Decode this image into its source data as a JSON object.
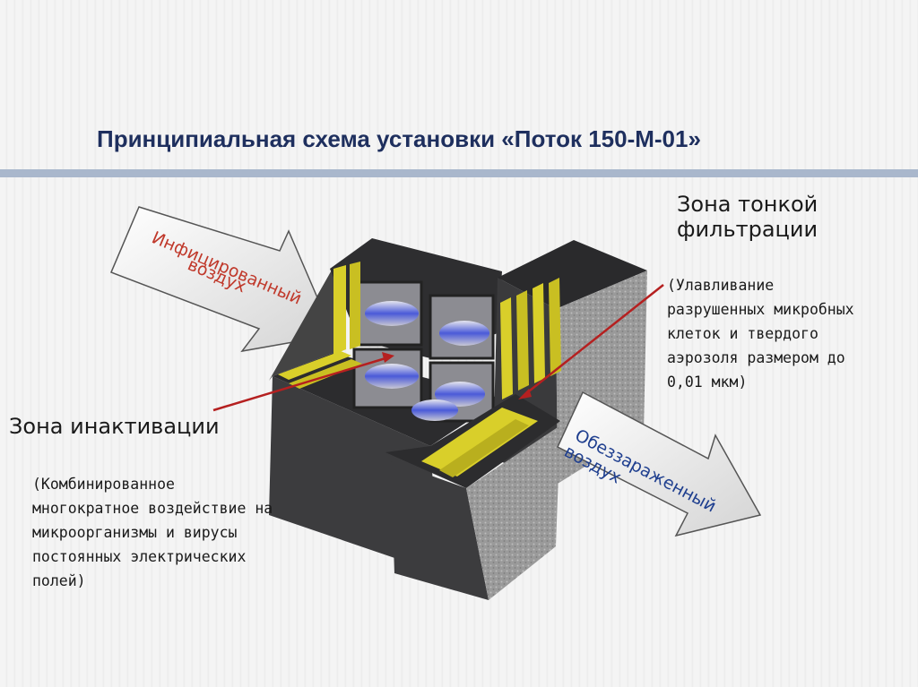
{
  "title": "Принципиальная схема установки «Поток 150-М-01»",
  "fine_filtration": {
    "title": "Зона тонкой\nфильтрации",
    "description": "(Улавливание\nразрушенных микробных\nклеток и твердого\nаэрозоля размером до\n0,01 мкм)"
  },
  "inactivation": {
    "title": "Зона инактивации",
    "description": "(Комбинированное\nмногократное воздействие на\nмикроорганизмы и вирусы\nпостоянных электрических\nполей)"
  },
  "arrows": {
    "infected_line1": "Инфицированный",
    "infected_line2": "воздух",
    "clean_line1": "Обеззараженный",
    "clean_line2": "воздух"
  },
  "colors": {
    "title": "#1e2f5e",
    "infected_text": "#c0392b",
    "clean_text": "#1f3f8f",
    "pointer": "#b52020",
    "filter": "#d9cf2a",
    "housing": "#3a3a3c"
  }
}
